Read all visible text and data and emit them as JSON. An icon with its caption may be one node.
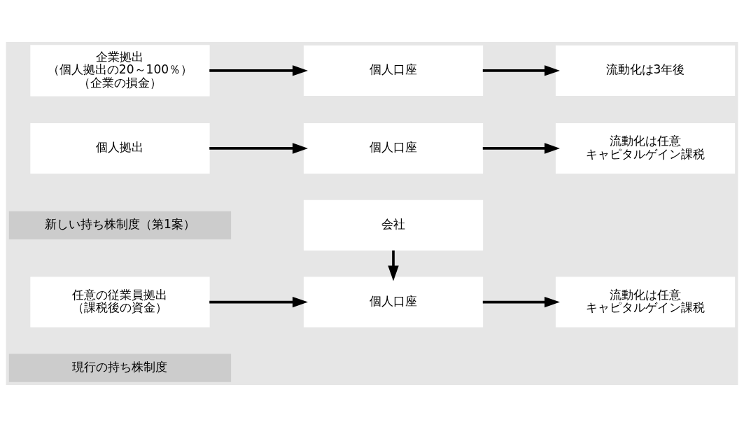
{
  "diagram": {
    "nodes": [
      {
        "text": [
          "現行の持ち株制度"
        ]
      },
      {
        "text": [
          "会社"
        ]
      },
      {
        "text": [
          "任意の従業員拠出",
          "（課税後の資金）"
        ]
      },
      {
        "text": [
          "個人口座"
        ]
      },
      {
        "text": [
          "流動化は任意",
          "キャピタルゲイン課税"
        ]
      },
      {
        "text": [
          "新しい持ち株制度（第1案）"
        ]
      },
      {
        "text": [
          "個人拠出"
        ]
      },
      {
        "text": [
          "個人口座"
        ]
      },
      {
        "text": [
          "流動化は任意",
          "キャピタルゲイン課税"
        ]
      },
      {
        "text": [
          "企業拠出",
          "（個人拠出の20～100％）",
          "（企業の損金）"
        ]
      },
      {
        "text": [
          "個人口座"
        ]
      },
      {
        "text": [
          "流動化は3年後"
        ]
      }
    ],
    "edges": [
      {
        "from": 1,
        "to": 3,
        "arrow": "to"
      },
      {
        "from": 2,
        "to": 3,
        "arrow": "to"
      },
      {
        "from": 3,
        "to": 4,
        "arrow": "to"
      },
      {
        "from": 6,
        "to": 7,
        "arrow": "to"
      },
      {
        "from": 7,
        "to": 8,
        "arrow": "to"
      },
      {
        "from": 9,
        "to": 10,
        "arrow": "to"
      },
      {
        "from": 10,
        "to": 11,
        "arrow": "to"
      }
    ]
  }
}
